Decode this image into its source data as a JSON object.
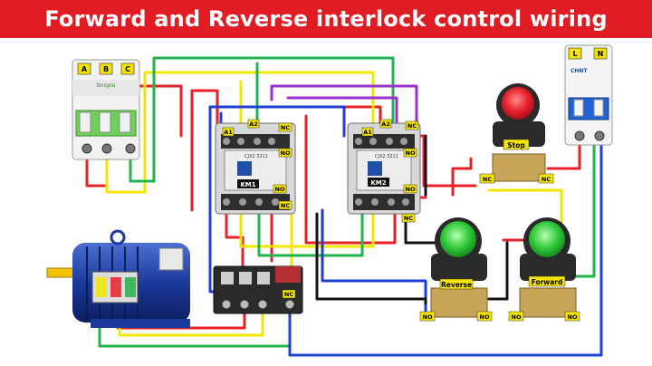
{
  "title": "Forward and Reverse interlock control wiring",
  "colors": {
    "banner": "#e11b22",
    "wire_red": "#e8202a",
    "wire_yellow": "#f2e600",
    "wire_green": "#22b24c",
    "wire_blue": "#1f3fd0",
    "wire_purple": "#9b2fd0",
    "wire_black": "#111111",
    "tag_yellow": "#f5e400"
  },
  "breaker": {
    "terminals": [
      "A",
      "B",
      "C"
    ],
    "brand": "tongou"
  },
  "single_breaker": {
    "terminals": [
      "L",
      "N"
    ],
    "brand": "CHNT"
  },
  "contactors": [
    {
      "name": "KM1",
      "model": "CJX2 3211",
      "coil_labels": [
        "A1",
        "A2"
      ]
    },
    {
      "name": "KM2",
      "model": "CJX2 3211",
      "coil_labels": [
        "A1",
        "A2"
      ]
    }
  ],
  "contact_tags": {
    "km1_top_nc": "NC",
    "km1_top_no": "NO",
    "km1_bottom_no": "NO",
    "km1_bottom_nc": "NC",
    "km2_top_nc": "NC",
    "km2_top_no": "NO",
    "km2_bottom_no": "NO",
    "km2_bottom_nc": "NC",
    "overload_nc": "NC"
  },
  "buttons": [
    {
      "label": "Stop",
      "color": "#e8202a",
      "contacts": [
        "NC",
        "NC"
      ]
    },
    {
      "label": "Reverse",
      "color": "#27c23a",
      "contacts": [
        "NO",
        "NO"
      ]
    },
    {
      "label": "Forward",
      "color": "#27c23a",
      "contacts": [
        "NO",
        "NO"
      ]
    }
  ]
}
